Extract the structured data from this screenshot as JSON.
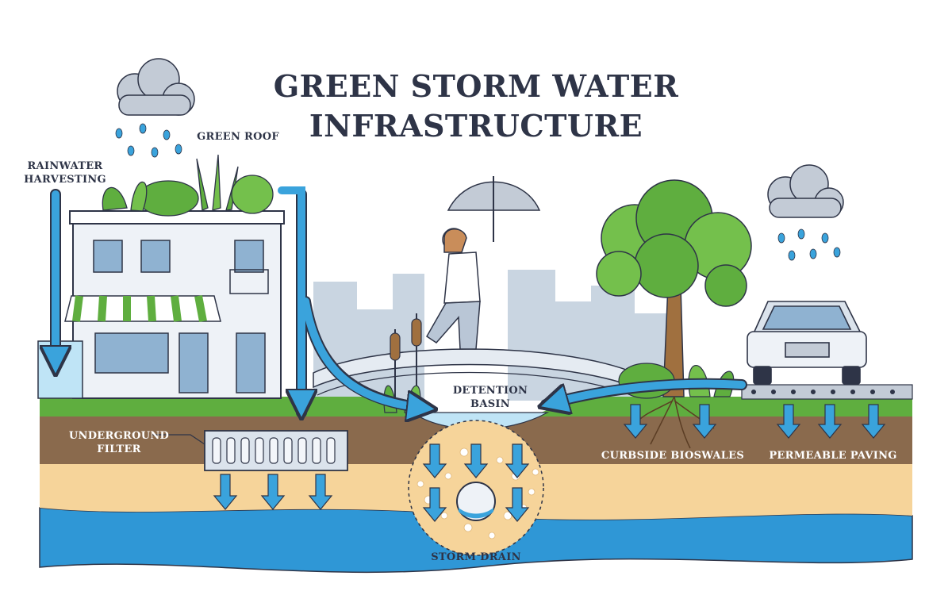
{
  "title": {
    "line1": "GREEN STORM WATER",
    "line2": "INFRASTRUCTURE"
  },
  "labels": {
    "rainwater_harvesting_line1": "RAINWATER",
    "rainwater_harvesting_line2": "HARVESTING",
    "green_roof": "GREEN ROOF",
    "detention_basin_line1": "DETENTION",
    "detention_basin_line2": "BASIN",
    "underground_filter_line1": "UNDERGROUND",
    "underground_filter_line2": "FILTER",
    "curbside_bioswales": "CURBSIDE BIOSWALES",
    "permeable_paving": "PERMEABLE PAVING",
    "storm_drain": "STORM DRAIN"
  },
  "colors": {
    "outline": "#2e3447",
    "water": "#3aa3dc",
    "water_light": "#bfe4f6",
    "grass": "#5fae3f",
    "soil": "#8a6a4d",
    "sand": "#f6d49a",
    "groundwater": "#2f97d6",
    "city": "#c7d4e0"
  }
}
